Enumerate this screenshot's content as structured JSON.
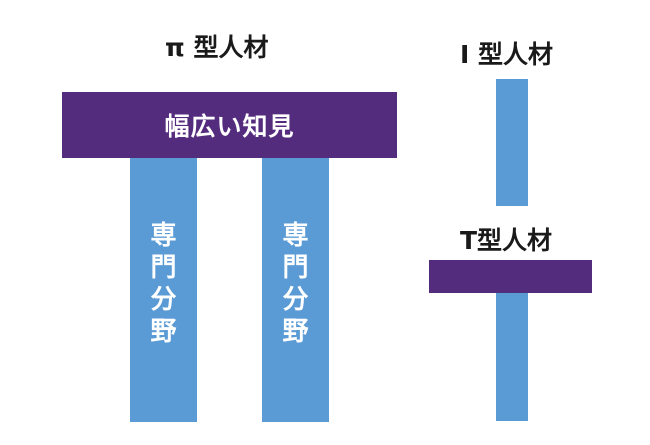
{
  "pi_type": {
    "title": "π 型人材",
    "top_bar_label": "幅広い知見",
    "left_leg_label": "専門分野",
    "right_leg_label": "専門分野"
  },
  "i_type": {
    "title": "I 型人材"
  },
  "t_type": {
    "title": "T型人材"
  },
  "colors": {
    "broad_knowledge": "#542c7e",
    "specialty": "#5b9bd5"
  }
}
